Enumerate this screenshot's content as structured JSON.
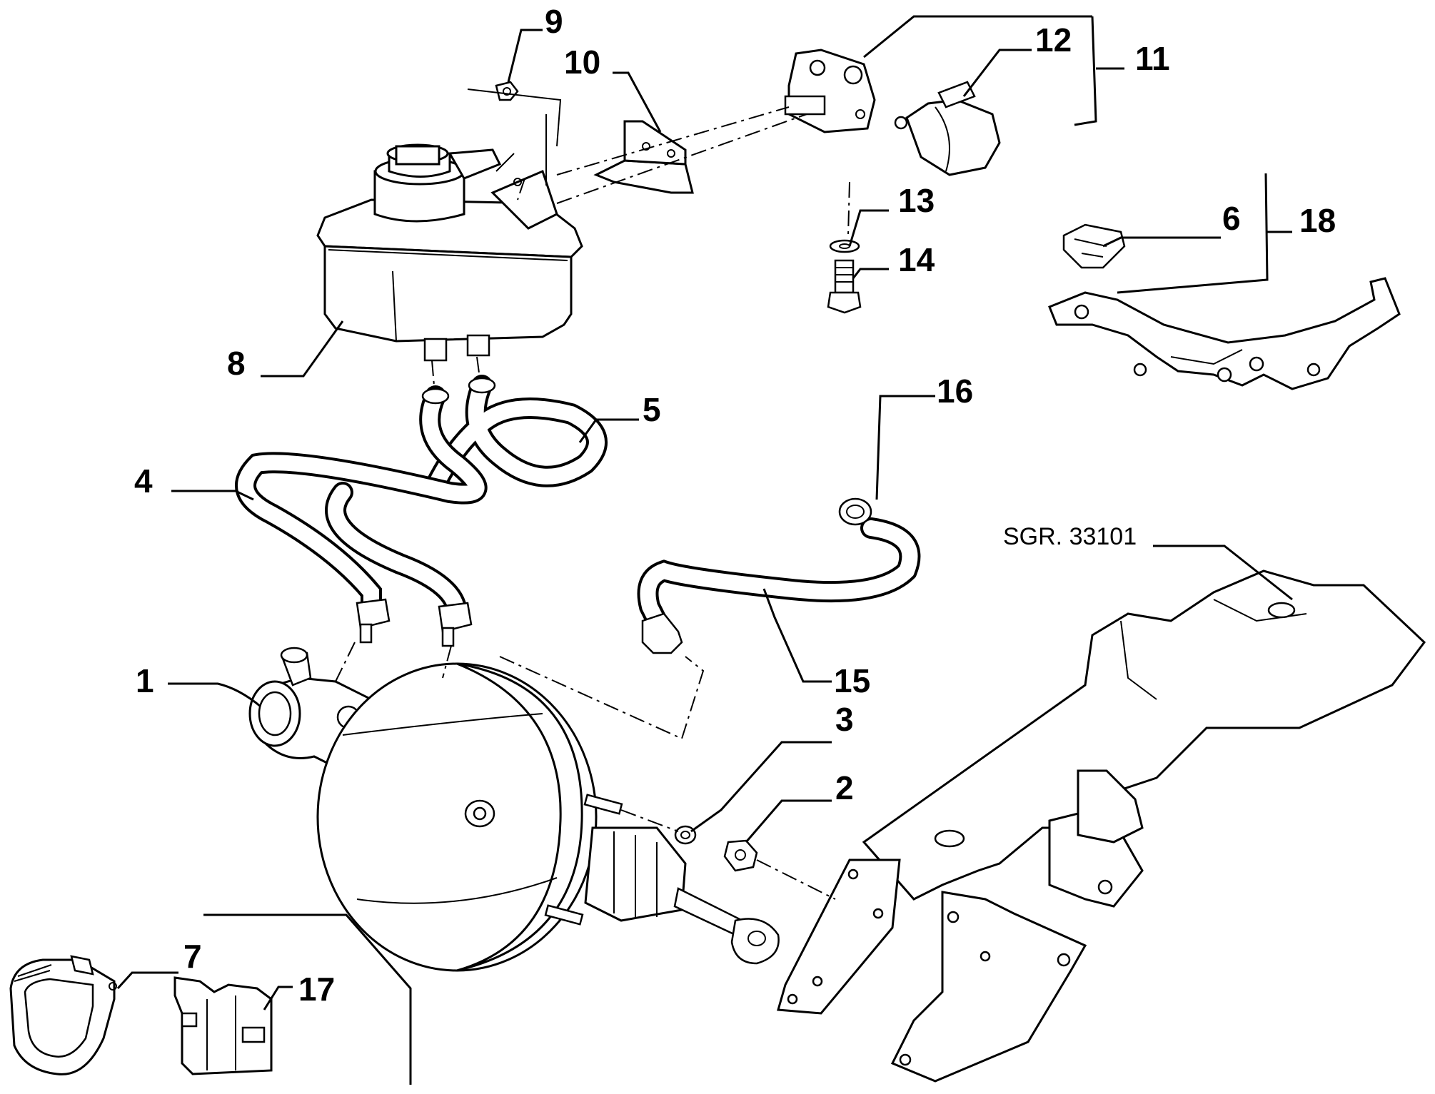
{
  "diagram": {
    "reference_label": "SGR. 33101",
    "callouts": [
      {
        "id": "c1",
        "text": "1"
      },
      {
        "id": "c2",
        "text": "2"
      },
      {
        "id": "c3",
        "text": "3"
      },
      {
        "id": "c4",
        "text": "4"
      },
      {
        "id": "c5",
        "text": "5"
      },
      {
        "id": "c6",
        "text": "6"
      },
      {
        "id": "c7",
        "text": "7"
      },
      {
        "id": "c8",
        "text": "8"
      },
      {
        "id": "c9",
        "text": "9"
      },
      {
        "id": "c10",
        "text": "10"
      },
      {
        "id": "c11",
        "text": "11"
      },
      {
        "id": "c12",
        "text": "12"
      },
      {
        "id": "c13",
        "text": "13"
      },
      {
        "id": "c14",
        "text": "14"
      },
      {
        "id": "c15",
        "text": "15"
      },
      {
        "id": "c16",
        "text": "16"
      },
      {
        "id": "c17",
        "text": "17"
      },
      {
        "id": "c18",
        "text": "18"
      }
    ]
  }
}
